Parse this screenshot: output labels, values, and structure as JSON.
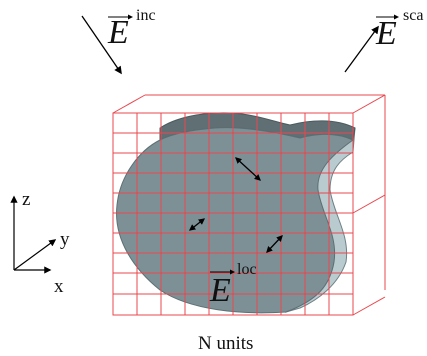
{
  "colors": {
    "grid": "#e8474e",
    "particle": "#7c9096",
    "particle_edge": "#5e6f74",
    "particle_light": "#b9cbcf",
    "arrow": "#000000"
  },
  "incident": {
    "symbol": "E",
    "superscript": "inc"
  },
  "scattered": {
    "symbol": "E",
    "superscript": "sca"
  },
  "local": {
    "symbol": "E",
    "superscript": "loc"
  },
  "axes": {
    "z": "z",
    "y": "y",
    "x": "x"
  },
  "caption": "N units"
}
